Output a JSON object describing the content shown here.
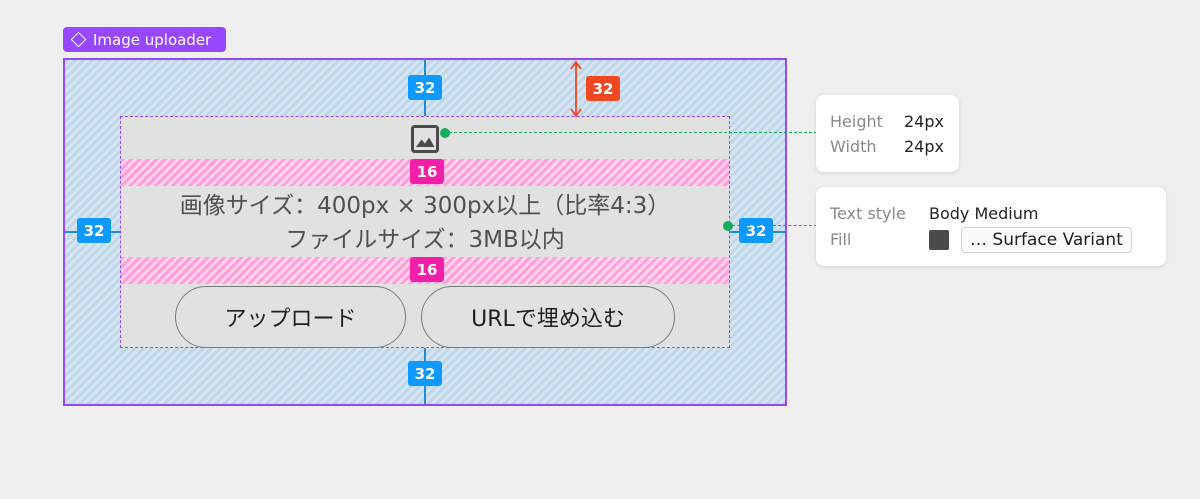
{
  "component": {
    "name": "Image uploader",
    "frame_color": "#9747ff"
  },
  "uploader": {
    "icon": "image-icon",
    "lines": [
      "画像サイズ：400px × 300px以上（比率4:3）",
      "ファイルサイズ：3MB以内"
    ],
    "buttons": {
      "upload_label": "アップロード",
      "embed_url_label": "URLで埋め込む"
    }
  },
  "spacing": {
    "top": "32",
    "top_measure": "32",
    "left": "32",
    "right": "32",
    "bottom": "32",
    "icon_gap": "16",
    "text_gap": "16"
  },
  "icon_spec": {
    "height_label": "Height",
    "height_value": "24px",
    "width_label": "Width",
    "width_value": "24px"
  },
  "text_spec": {
    "style_label": "Text style",
    "style_value": "Body Medium",
    "fill_label": "Fill",
    "fill_value": "… Surface Variant",
    "fill_color": "#4b4b4b"
  },
  "colors": {
    "spacing_badge": "#0d99ff",
    "gap_badge": "#f41fa8",
    "measure_badge": "#f24822",
    "connector": "#14ae5c"
  }
}
